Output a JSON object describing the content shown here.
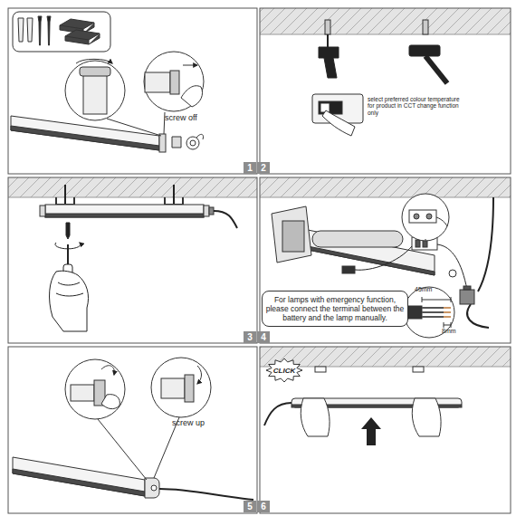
{
  "diagram": {
    "nodes": [
      {
        "text": [
          "1"
        ]
      },
      {
        "text": [
          "2"
        ]
      },
      {
        "text": [
          "For lamps with emergency function, please connect the terminal between the battery and the lamp manually."
        ]
      },
      {
        "text": [
          "3"
        ]
      },
      {
        "text": [
          "4"
        ]
      },
      {
        "text": [
          "CLICK"
        ]
      },
      {
        "text": [
          "5"
        ]
      },
      {
        "text": [
          "6"
        ]
      }
    ],
    "labels": [
      "screw off",
      "select preferred colour temperature for product in CCT change function only",
      "45mm",
      "8mm",
      "screw up"
    ]
  }
}
